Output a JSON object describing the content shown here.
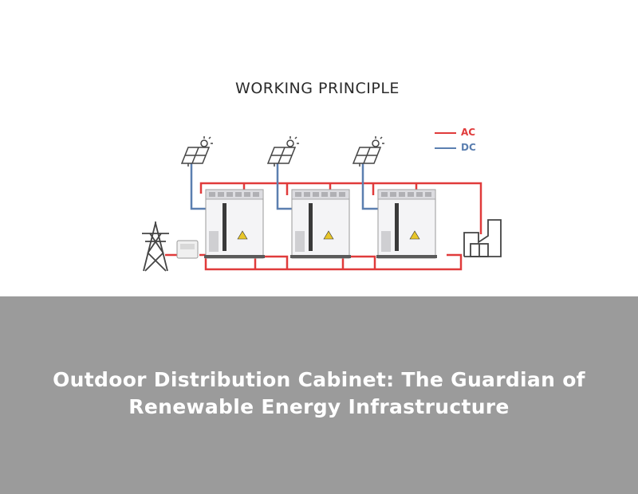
{
  "diagram": {
    "title": "WORKING PRINCIPLE",
    "legend": [
      {
        "label": "AC",
        "color": "#e03b3b"
      },
      {
        "label": "DC",
        "color": "#5b7fb0"
      }
    ],
    "colors": {
      "ac": "#e03b3b",
      "dc": "#5b7fb0",
      "icon_stroke": "#444444"
    },
    "icons": [
      "solar-panel-icon",
      "storage-cabinet-icon",
      "transmission-tower-icon",
      "meter-icon",
      "factory-icon"
    ]
  },
  "banner": {
    "title": "Outdoor Distribution Cabinet: The Guardian of Renewable Energy Infrastructure",
    "background": "#9b9b9b"
  }
}
